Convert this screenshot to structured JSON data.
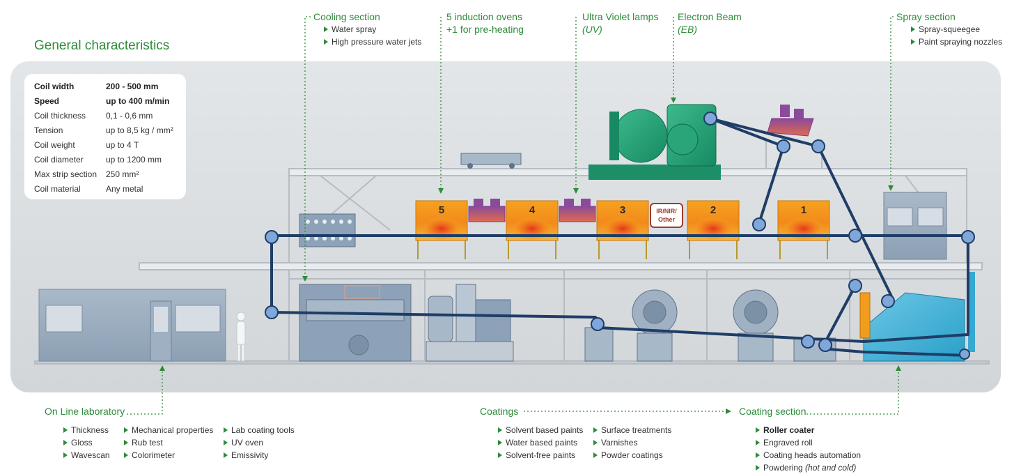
{
  "title": "General characteristics",
  "specs": [
    {
      "key": "Coil width",
      "value": "200 - 500 mm",
      "bold": true
    },
    {
      "key": "Speed",
      "value": "up to 400 m/min",
      "bold": true
    },
    {
      "key": "Coil thickness",
      "value": "0,1 - 0,6 mm",
      "bold": false
    },
    {
      "key": "Tension",
      "value": "up to 8,5 kg / mm²",
      "bold": false
    },
    {
      "key": "Coil weight",
      "value": "up to 4 T",
      "bold": false
    },
    {
      "key": "Coil diameter",
      "value": "up to 1200 mm",
      "bold": false
    },
    {
      "key": "Max strip section",
      "value": "250 mm²",
      "bold": false
    },
    {
      "key": "Coil material",
      "value": "Any metal",
      "bold": false
    }
  ],
  "cooling": {
    "title": "Cooling section",
    "items": [
      "Water spray",
      "High pressure water jets"
    ]
  },
  "induction": {
    "line1": "5 induction ovens",
    "line2": "+1 for pre-heating"
  },
  "uv": {
    "line1": "Ultra Violet lamps",
    "line2": "(UV)"
  },
  "eb": {
    "line1": "Electron Beam",
    "line2": "(EB)"
  },
  "spray": {
    "title": "Spray section",
    "items": [
      "Spray-squeegee",
      "Paint spraying nozzles"
    ]
  },
  "ovens": {
    "labels": [
      "5",
      "4",
      "3",
      "2",
      "1"
    ],
    "ir_label": [
      "IR/NIR/",
      "Other"
    ]
  },
  "laboratory": {
    "title": "On Line laboratory",
    "col1": [
      "Thickness",
      "Gloss",
      "Wavescan"
    ],
    "col2": [
      "Mechanical properties",
      "Rub test",
      "Colorimeter"
    ],
    "col3": [
      "Lab coating tools",
      "UV oven",
      "Emissivity"
    ]
  },
  "coatings": {
    "title": "Coatings",
    "col1": [
      "Solvent based paints",
      "Water based paints",
      "Solvent-free paints"
    ],
    "col2": [
      "Surface treatments",
      "Varnishes",
      "Powder coatings"
    ]
  },
  "coating_section": {
    "title": "Coating section",
    "items": [
      "Roller coater",
      "Engraved roll",
      "Coating heads automation"
    ],
    "powdering": "Powdering",
    "powdering_note": "(hot and cold)"
  },
  "colors": {
    "accent": "#2e8b3a",
    "strip": "#1f3d66",
    "frame": "#d8dcdf"
  }
}
